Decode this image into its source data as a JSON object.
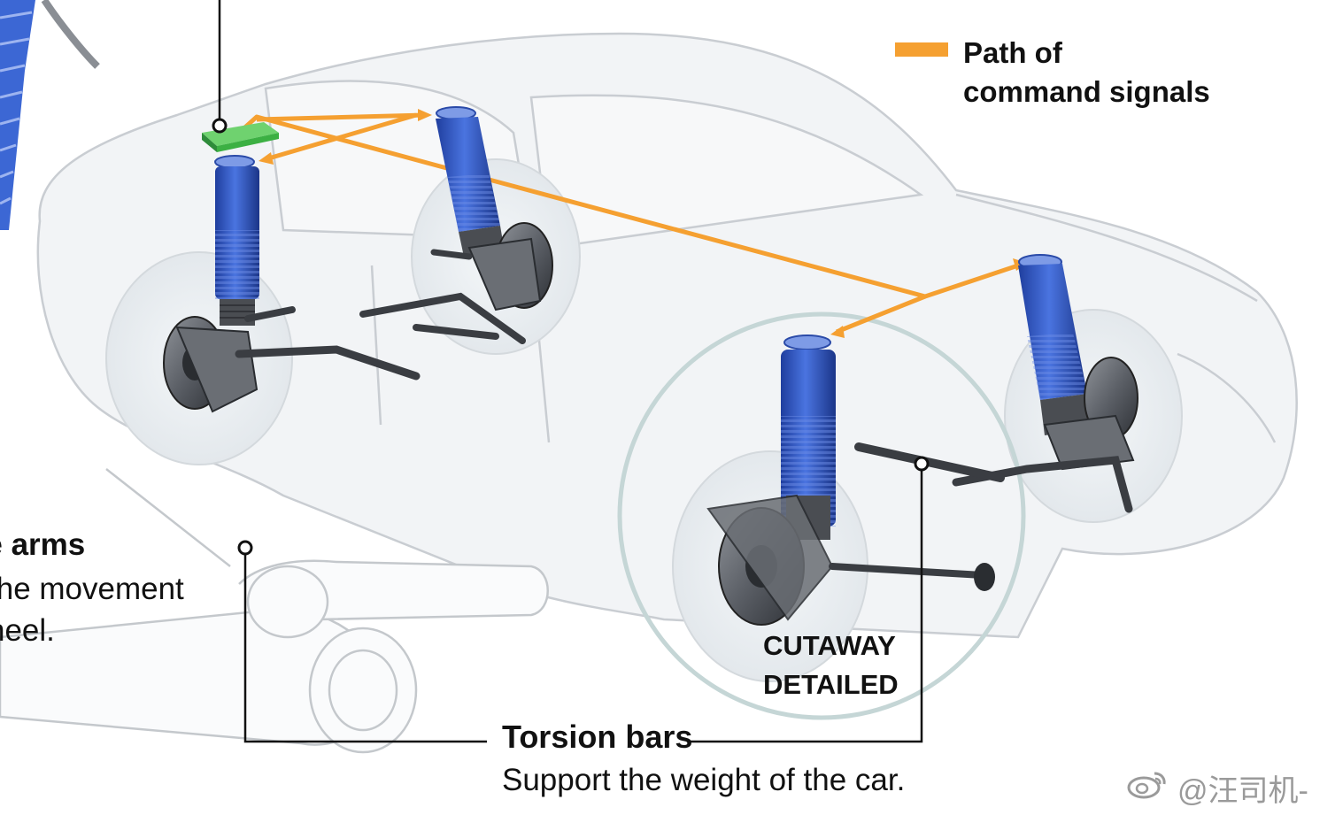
{
  "legend": {
    "line1": "Path of",
    "line2": "command signals",
    "signal_color": "#F5A031"
  },
  "callouts": {
    "lower_arms_title": "ne arms",
    "lower_arms_desc_1": "the movement",
    "lower_arms_desc_2": "heel.",
    "cutaway_1": "CUTAWAY",
    "cutaway_2": "DETAILED",
    "torsion_title": "Torsion bars",
    "torsion_desc": "Support the weight of the car."
  },
  "watermark": {
    "text": "@汪司机-",
    "icon": "weibo-icon"
  },
  "colors": {
    "shock_blue": "#2F55C8",
    "controller_green": "#3CB043",
    "car_outline": "#C9CDD2",
    "cutaway_ring": "#C5D6D6"
  }
}
